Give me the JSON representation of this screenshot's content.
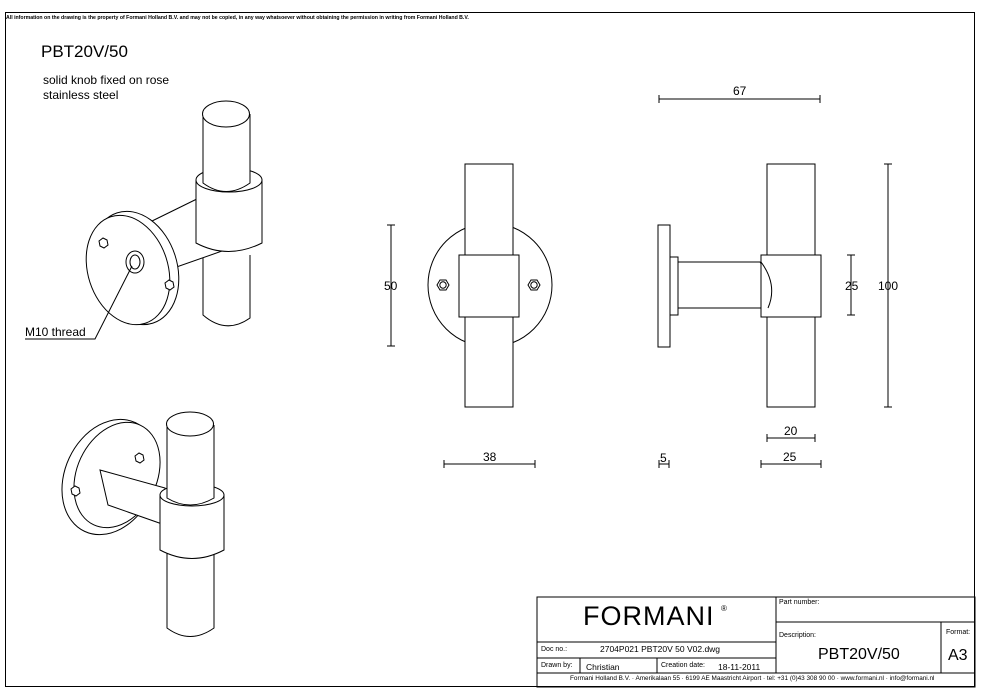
{
  "header": {
    "disclaimer": "All information on the drawing is the property of Formani Holland B.V. and may not be copied, in any way whatsoever without obtaining the permission in writing from Formani Holland B.V."
  },
  "product": {
    "part_number": "PBT20V/50",
    "description_line1": "solid knob fixed on rose",
    "description_line2": "stainless steel"
  },
  "annotations": {
    "thread": "M10 thread"
  },
  "dimensions": {
    "overall_width": "67",
    "rose_height": "50",
    "rose_width": "38",
    "rose_thickness": "5",
    "collar_height": "25",
    "knob_length": "100",
    "knob_diameter_top": "20",
    "knob_diameter_bottom": "25"
  },
  "title_block": {
    "logo": "FORMANI",
    "logo_mark": "®",
    "part_number_label": "Part number:",
    "description_label": "Description:",
    "format_label": "Format:",
    "doc_no_label": "Doc no.:",
    "doc_no": "2704P021 PBT20V 50 V02.dwg",
    "drawn_by_label": "Drawn by:",
    "drawn_by": "Christian",
    "creation_date_label": "Creation date:",
    "creation_date": "18-11-2011",
    "description": "PBT20V/50",
    "format": "A3",
    "footer": "Formani Holland B.V. · Amerikalaan 55 · 6199 AE Maastricht Airport · tel: +31 (0)43 308 90 00 · www.formani.nl · info@formani.nl"
  }
}
